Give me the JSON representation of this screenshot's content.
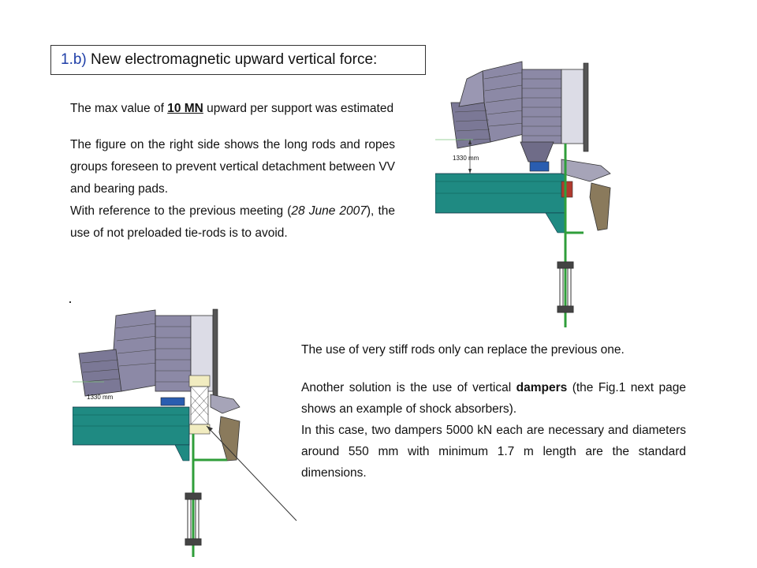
{
  "title": {
    "number": "1.b)",
    "text": " New electromagnetic upward vertical force:"
  },
  "left_text": {
    "p1_a": "The max value of ",
    "p1_bold": "10 MN",
    "p1_b": " upward per support was estimated",
    "p2": "The figure on the right side shows the long rods and ropes groups foreseen to prevent vertical detachment between VV and bearing pads.",
    "p3_a": "With reference to the previous meeting (",
    "p3_italic": "28 June 2007",
    "p3_b": "), the use of not preloaded tie-rods is to avoid."
  },
  "right_text": {
    "p1": "The use of very stiff rods only can replace the previous one.",
    "p2_a": "Another solution is the use of vertical ",
    "p2_bold": "dampers",
    "p2_b": " (the Fig.1 next page shows an example of shock absorbers).",
    "p3": "In this case, two dampers 5000 kN each are necessary and diameters around 550 mm with minimum 1.7 m length are the standard dimensions."
  },
  "figure_top": {
    "dimension_label": "1330 mm"
  },
  "figure_bottom": {
    "dimension_label": "1330 mm"
  },
  "colors": {
    "teal": "#1f8a82",
    "purple_grey": "#7b7896",
    "green": "#2f9e3a",
    "title_number": "#1f3fa8"
  }
}
